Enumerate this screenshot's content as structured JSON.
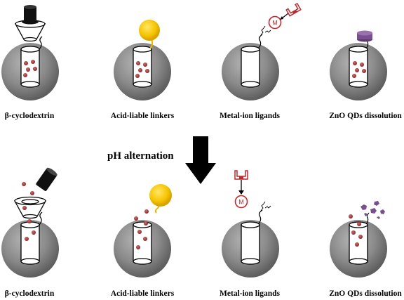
{
  "labels": {
    "top": [
      "β-cyclodextrin",
      "Acid-liable linkers",
      "Metal-ion ligands",
      "ZnO QDs dissolution"
    ],
    "bottom": [
      "β-cyclodextrin",
      "Acid-liable linkers",
      "Metal-ion ligands",
      "ZnO QDs dissolution"
    ]
  },
  "transition": {
    "label": "pH alternation"
  },
  "metal_symbol": "M",
  "colors": {
    "particle": "#8a8a8a",
    "cargo": "#a43a3a",
    "gold_cap": "#f5c400",
    "zno_cap": "#7a4f8e",
    "metal_ring": "#c0282d",
    "cap_black": "#111111"
  }
}
